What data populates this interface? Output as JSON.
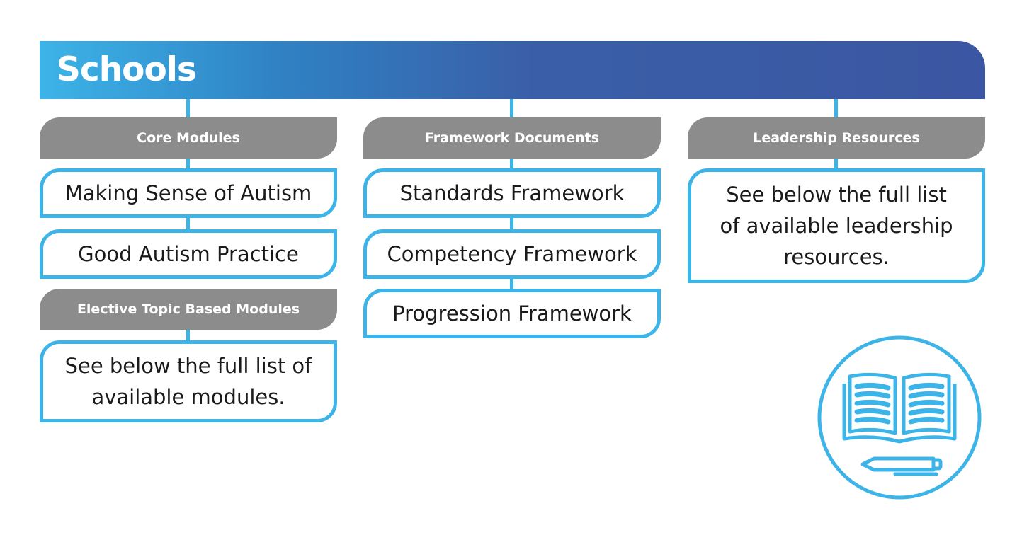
{
  "header": {
    "title": "Schools"
  },
  "columns": [
    {
      "category": "Core Modules",
      "items": [
        "Making Sense of Autism",
        "Good Autism Practice"
      ],
      "sub_category": "Elective Topic Based Modules",
      "sub_items": [
        "See below the full list of available modules."
      ]
    },
    {
      "category": "Framework Documents",
      "items": [
        "Standards Framework",
        "Competency Framework",
        "Progression Framework"
      ]
    },
    {
      "category": "Leadership Resources",
      "items": [
        "See below the full list of available leadership resources."
      ]
    }
  ],
  "colors": {
    "accent_blue": "#3db4e8",
    "header_dark": "#3b56a2",
    "category_grey": "#8c8c8c"
  },
  "icons": {
    "book": "open-book-with-pen-icon"
  }
}
